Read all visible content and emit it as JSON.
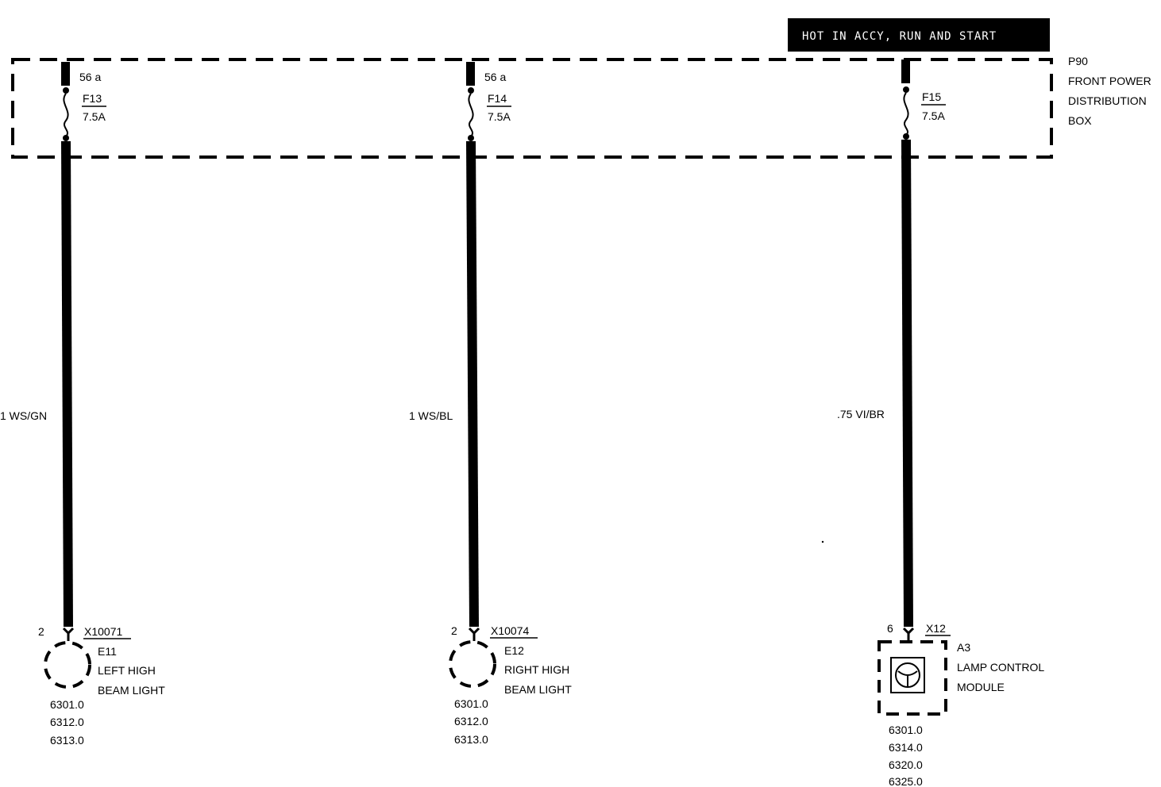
{
  "banner": {
    "text": "HOT IN ACCY, RUN AND  START"
  },
  "power_box": {
    "id": "P90",
    "name_lines": [
      "FRONT POWER",
      "DISTRIBUTION",
      "BOX"
    ]
  },
  "circuits": [
    {
      "terminal": "56 a",
      "fuse": {
        "id": "F13",
        "rating": "7.5A"
      },
      "wire": "1 WS/GN",
      "pin": "2",
      "connector": "X10071",
      "component": {
        "id": "E11",
        "name_lines": [
          "LEFT HIGH",
          "BEAM LIGHT"
        ]
      },
      "refs": [
        "6301.0",
        "6312.0",
        "6313.0"
      ]
    },
    {
      "terminal": "56 a",
      "fuse": {
        "id": "F14",
        "rating": "7.5A"
      },
      "wire": "1 WS/BL",
      "pin": "2",
      "connector": "X10074",
      "component": {
        "id": "E12",
        "name_lines": [
          "RIGHT HIGH",
          "BEAM LIGHT"
        ]
      },
      "refs": [
        "6301.0",
        "6312.0",
        "6313.0"
      ]
    },
    {
      "terminal": "",
      "fuse": {
        "id": "F15",
        "rating": "7.5A"
      },
      "wire": ".75 VI/BR",
      "pin": "6",
      "connector": "X12",
      "component": {
        "id": "A3",
        "name_lines": [
          "LAMP CONTROL",
          "MODULE"
        ]
      },
      "refs": [
        "6301.0",
        "6314.0",
        "6320.0",
        "6325.0"
      ]
    }
  ]
}
